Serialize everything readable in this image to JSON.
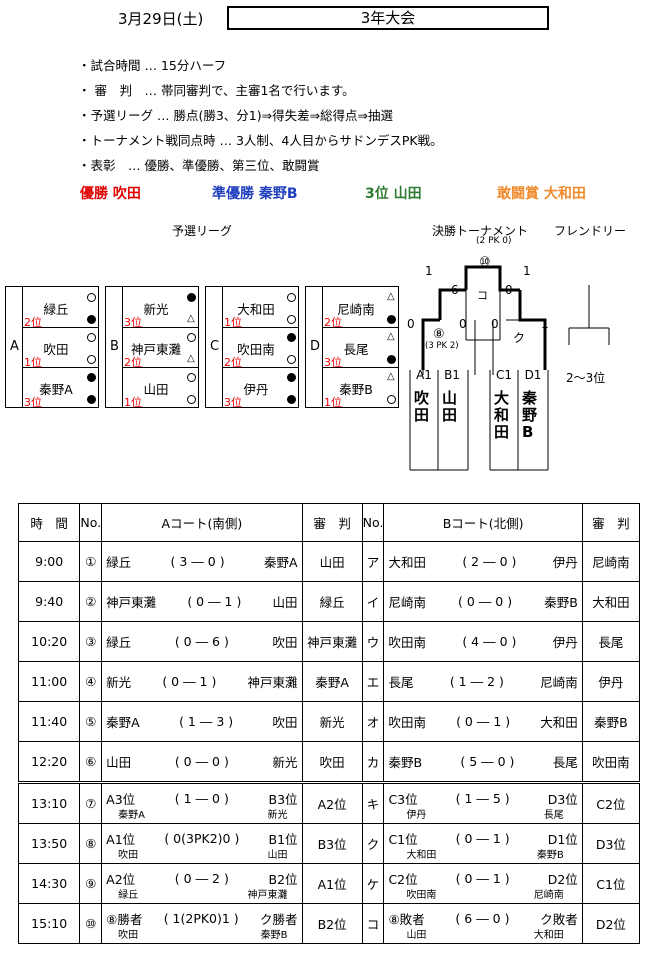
{
  "header": {
    "date": "3月29日(土)",
    "title": "3年大会"
  },
  "rules": [
    "・試合時間 … 15分ハーフ",
    "・ 審　判　… 帯同審判で、主審1名で行います。",
    "・予選リーグ … 勝点(勝3、分1)⇒得失差⇒総得点⇒抽選",
    "・トーナメント戦同点時 … 3人制、4人目からサドンデスPK戦。",
    "・表彰　… 優勝、準優勝、第三位、敢闘賞"
  ],
  "awards": {
    "winner": "優勝 吹田",
    "runner_up": "準優勝 秦野B",
    "third": "3位 山田",
    "fighting": "敢闘賞 大和田",
    "colors": {
      "winner": "#e00000",
      "runner_up": "#1f3fbf",
      "third": "#2e7d32",
      "fighting": "#f08a2c"
    }
  },
  "sections": {
    "league": "予選リーグ",
    "final": "決勝トーナメント",
    "friendly": "フレンドリー"
  },
  "groups": [
    {
      "label": "A",
      "teams": [
        {
          "name": "緑丘",
          "rank": "2位",
          "marks": [
            "w",
            "b"
          ]
        },
        {
          "name": "吹田",
          "rank": "1位",
          "marks": [
            "w",
            "w"
          ]
        },
        {
          "name": "秦野A",
          "rank": "3位",
          "marks": [
            "b",
            "b"
          ]
        }
      ]
    },
    {
      "label": "B",
      "teams": [
        {
          "name": "新光",
          "rank": "3位",
          "marks": [
            "b",
            "t"
          ]
        },
        {
          "name": "神戸東灘",
          "rank": "2位",
          "marks": [
            "w",
            "t"
          ]
        },
        {
          "name": "山田",
          "rank": "1位",
          "marks": [
            "w",
            "w"
          ]
        }
      ]
    },
    {
      "label": "C",
      "teams": [
        {
          "name": "大和田",
          "rank": "1位",
          "marks": [
            "w",
            "w"
          ]
        },
        {
          "name": "吹田南",
          "rank": "2位",
          "marks": [
            "b",
            "w"
          ]
        },
        {
          "name": "伊丹",
          "rank": "3位",
          "marks": [
            "b",
            "b"
          ]
        }
      ]
    },
    {
      "label": "D",
      "teams": [
        {
          "name": "尼崎南",
          "rank": "2位",
          "marks": [
            "t",
            "b"
          ]
        },
        {
          "name": "長尾",
          "rank": "3位",
          "marks": [
            "t",
            "b"
          ]
        },
        {
          "name": "秦野B",
          "rank": "1位",
          "marks": [
            "t",
            "w"
          ]
        }
      ]
    }
  ],
  "bracket": {
    "final_no": "⑩",
    "final_pk": "(2 PK 0)",
    "semi1_no": "⑧",
    "semi1_pk": "(3 PK 2)",
    "third_label": "コ",
    "semi2_label": "ク",
    "scores": {
      "final_left": "1",
      "final_right": "1",
      "third_left": "6",
      "third_right": "0",
      "s1_left": "0",
      "s1_right": "0",
      "s2_left": "0",
      "s2_right": "1"
    },
    "slots": [
      {
        "code": "A1",
        "team": "吹田"
      },
      {
        "code": "B1",
        "team": "山田"
      },
      {
        "code": "C1",
        "team": "大和田"
      },
      {
        "code": "D1",
        "team": "秦野B"
      }
    ],
    "friendly": "2～3位"
  },
  "schedule": {
    "headers": {
      "time": "時　間",
      "no": "No.",
      "court_a": "Aコート(南側)",
      "ref": "審　判",
      "court_b": "Bコート(北側)"
    },
    "rows": [
      {
        "time": "9:00",
        "a_no": "①",
        "a_home": "緑丘",
        "a_score": "( 3 ― 0 )",
        "a_away": "秦野A",
        "a_ref": "山田",
        "b_no": "ア",
        "b_home": "大和田",
        "b_score": "( 2 ― 0 )",
        "b_away": "伊丹",
        "b_ref": "尼崎南"
      },
      {
        "time": "9:40",
        "a_no": "②",
        "a_home": "神戸東灘",
        "a_score": "( 0 ― 1 )",
        "a_away": "山田",
        "a_ref": "緑丘",
        "b_no": "イ",
        "b_home": "尼崎南",
        "b_score": "( 0 ― 0 )",
        "b_away": "秦野B",
        "b_ref": "大和田"
      },
      {
        "time": "10:20",
        "a_no": "③",
        "a_home": "緑丘",
        "a_score": "( 0 ― 6 )",
        "a_away": "吹田",
        "a_ref": "神戸東灘",
        "b_no": "ウ",
        "b_home": "吹田南",
        "b_score": "( 4 ― 0 )",
        "b_away": "伊丹",
        "b_ref": "長尾"
      },
      {
        "time": "11:00",
        "a_no": "④",
        "a_home": "新光",
        "a_score": "( 0 ― 1 )",
        "a_away": "神戸東灘",
        "a_ref": "秦野A",
        "b_no": "エ",
        "b_home": "長尾",
        "b_score": "( 1 ― 2 )",
        "b_away": "尼崎南",
        "b_ref": "伊丹"
      },
      {
        "time": "11:40",
        "a_no": "⑤",
        "a_home": "秦野A",
        "a_score": "( 1 ― 3 )",
        "a_away": "吹田",
        "a_ref": "新光",
        "b_no": "オ",
        "b_home": "吹田南",
        "b_score": "( 0 ― 1 )",
        "b_away": "大和田",
        "b_ref": "秦野B"
      },
      {
        "time": "12:20",
        "a_no": "⑥",
        "a_home": "山田",
        "a_score": "( 0 ― 0 )",
        "a_away": "新光",
        "a_ref": "吹田",
        "b_no": "カ",
        "b_home": "秦野B",
        "b_score": "( 5 ― 0 )",
        "b_away": "長尾",
        "b_ref": "吹田南"
      },
      {
        "time": "13:10",
        "a_no": "⑦",
        "a_home": "A3位",
        "a_home_sub": "秦野A",
        "a_score": "( 1 ― 0 )",
        "a_away": "B3位",
        "a_away_sub": "新光",
        "a_ref": "A2位",
        "b_no": "キ",
        "b_home": "C3位",
        "b_home_sub": "伊丹",
        "b_score": "( 1 ― 5 )",
        "b_away": "D3位",
        "b_away_sub": "長尾",
        "b_ref": "C2位"
      },
      {
        "time": "13:50",
        "a_no": "⑧",
        "a_home": "A1位",
        "a_home_sub": "吹田",
        "a_score": "( 0(3PK2)0 )",
        "a_away": "B1位",
        "a_away_sub": "山田",
        "a_ref": "B3位",
        "b_no": "ク",
        "b_home": "C1位",
        "b_home_sub": "大和田",
        "b_score": "( 0 ― 1 )",
        "b_away": "D1位",
        "b_away_sub": "秦野B",
        "b_ref": "D3位"
      },
      {
        "time": "14:30",
        "a_no": "⑨",
        "a_home": "A2位",
        "a_home_sub": "緑丘",
        "a_score": "( 0 ― 2 )",
        "a_away": "B2位",
        "a_away_sub": "神戸東灘",
        "a_ref": "A1位",
        "b_no": "ケ",
        "b_home": "C2位",
        "b_home_sub": "吹田南",
        "b_score": "( 0 ― 1 )",
        "b_away": "D2位",
        "b_away_sub": "尼崎南",
        "b_ref": "C1位"
      },
      {
        "time": "15:10",
        "a_no": "⑩",
        "a_home": "⑧勝者",
        "a_home_sub": "吹田",
        "a_score": "( 1(2PK0)1 )",
        "a_away": "ク勝者",
        "a_away_sub": "秦野B",
        "a_ref": "B2位",
        "b_no": "コ",
        "b_home": "⑧敗者",
        "b_home_sub": "山田",
        "b_score": "( 6 ― 0 )",
        "b_away": "ク敗者",
        "b_away_sub": "大和田",
        "b_ref": "D2位"
      }
    ]
  }
}
